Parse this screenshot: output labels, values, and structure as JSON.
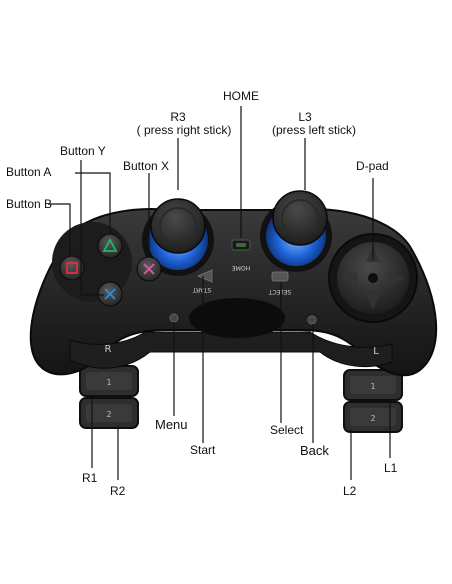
{
  "labels": {
    "home": "HOME",
    "r3_title": "R3",
    "r3_sub": "( press right stick)",
    "l3_title": "L3",
    "l3_sub": "(press left stick)",
    "button_y": "Button Y",
    "button_a": "Button A",
    "button_x": "Button X",
    "button_b": "Button B",
    "dpad": "D-pad",
    "menu": "Menu",
    "start": "Start",
    "select": "Select",
    "back": "Back",
    "r1": "R1",
    "r2": "R2",
    "l1": "L1",
    "l2": "L2"
  },
  "device_text": {
    "home": "HOME",
    "start": "START",
    "select": "SELECT",
    "right_bumper_letter": "R",
    "left_bumper_letter": "L",
    "trigger_1": "1",
    "trigger_2": "2"
  },
  "colors": {
    "body": "#2b2b2b",
    "body_dark": "#161616",
    "stick_glow": "#1e63d8",
    "button_a_symbol": "#1fb86b",
    "button_b_symbol": "#e0303a",
    "button_x_symbol": "#d85aa5",
    "button_y_symbol": "#2a8fe0"
  }
}
